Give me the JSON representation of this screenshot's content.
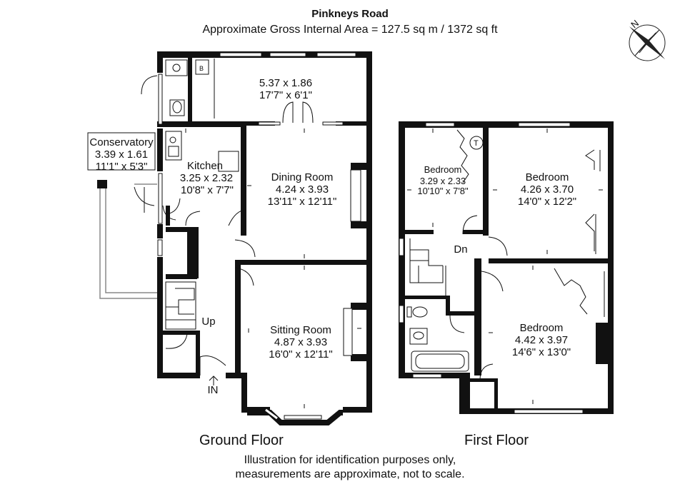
{
  "header": {
    "title": "Pinkneys Road",
    "subtitle": "Approximate Gross Internal Area = 127.5 sq m / 1372 sq ft"
  },
  "compass": {
    "letter": "N"
  },
  "ground_floor": {
    "label": "Ground Floor",
    "rooms": {
      "conservatory": {
        "name": "Conservatory",
        "metric": "3.39 x 1.61",
        "imperial": "11'1\" x 5'3\""
      },
      "utility": {
        "metric": "5.37 x 1.86",
        "imperial": "17'7\" x 6'1\""
      },
      "kitchen": {
        "name": "Kitchen",
        "metric": "3.25 x 2.32",
        "imperial": "10'8\" x 7'7\""
      },
      "dining": {
        "name": "Dining Room",
        "metric": "4.24 x 3.93",
        "imperial": "13'11\" x 12'11\""
      },
      "sitting": {
        "name": "Sitting Room",
        "metric": "4.87 x 3.93",
        "imperial": "16'0\" x 12'11\""
      }
    },
    "stairs_label": "Up",
    "entrance_label": "IN",
    "boiler_label": "B"
  },
  "first_floor": {
    "label": "First Floor",
    "rooms": {
      "bedroom_small": {
        "name": "Bedroom",
        "metric": "3.29 x 2.33",
        "imperial": "10'10\" x 7'8\""
      },
      "bedroom_rear": {
        "name": "Bedroom",
        "metric": "4.26 x 3.70",
        "imperial": "14'0\" x 12'2\""
      },
      "bedroom_front": {
        "name": "Bedroom",
        "metric": "4.42 x 3.97",
        "imperial": "14'6\" x 13'0\""
      }
    },
    "stairs_label": "Dn",
    "tank_label": "T"
  },
  "disclaimer": {
    "line1": "Illustration for identification purposes only,",
    "line2": "measurements are approximate, not to scale."
  }
}
